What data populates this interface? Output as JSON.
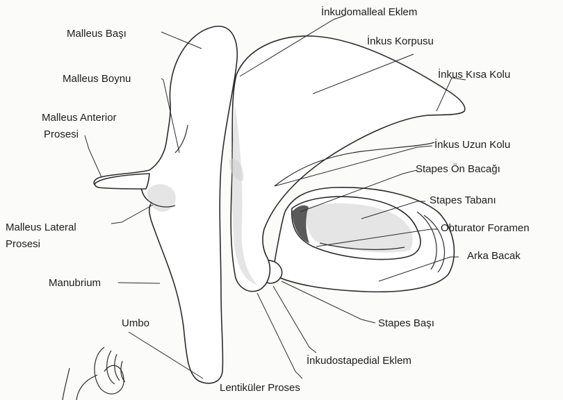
{
  "labels": {
    "incudomalleal_joint": "İnkudomalleal Eklem",
    "malleus_head": "Malleus Başı",
    "incus_body": "İnkus Korpusu",
    "malleus_neck": "Malleus Boynu",
    "incus_short_process": "İnkus Kısa Kolu",
    "malleus_anterior_process": "Malleus Anterior",
    "malleus_anterior_process_2": "Prosesi",
    "incus_long_process": "İnkus Uzun Kolu",
    "stapes_anterior_crus": "Stapes Ön Bacağı",
    "stapes_footplate": "Stapes Tabanı",
    "malleus_lateral_process": "Malleus Lateral",
    "malleus_lateral_process_2": "Prosesi",
    "obturator_foramen": "Obturator Foramen",
    "posterior_crus": "Arka Bacak",
    "manubrium": "Manubrium",
    "umbo": "Umbo",
    "stapes_head": "Stapes Başı",
    "incudostapedial_joint": "İnkudostapedial Eklem",
    "lenticular_process": "Lentiküler Proses"
  }
}
